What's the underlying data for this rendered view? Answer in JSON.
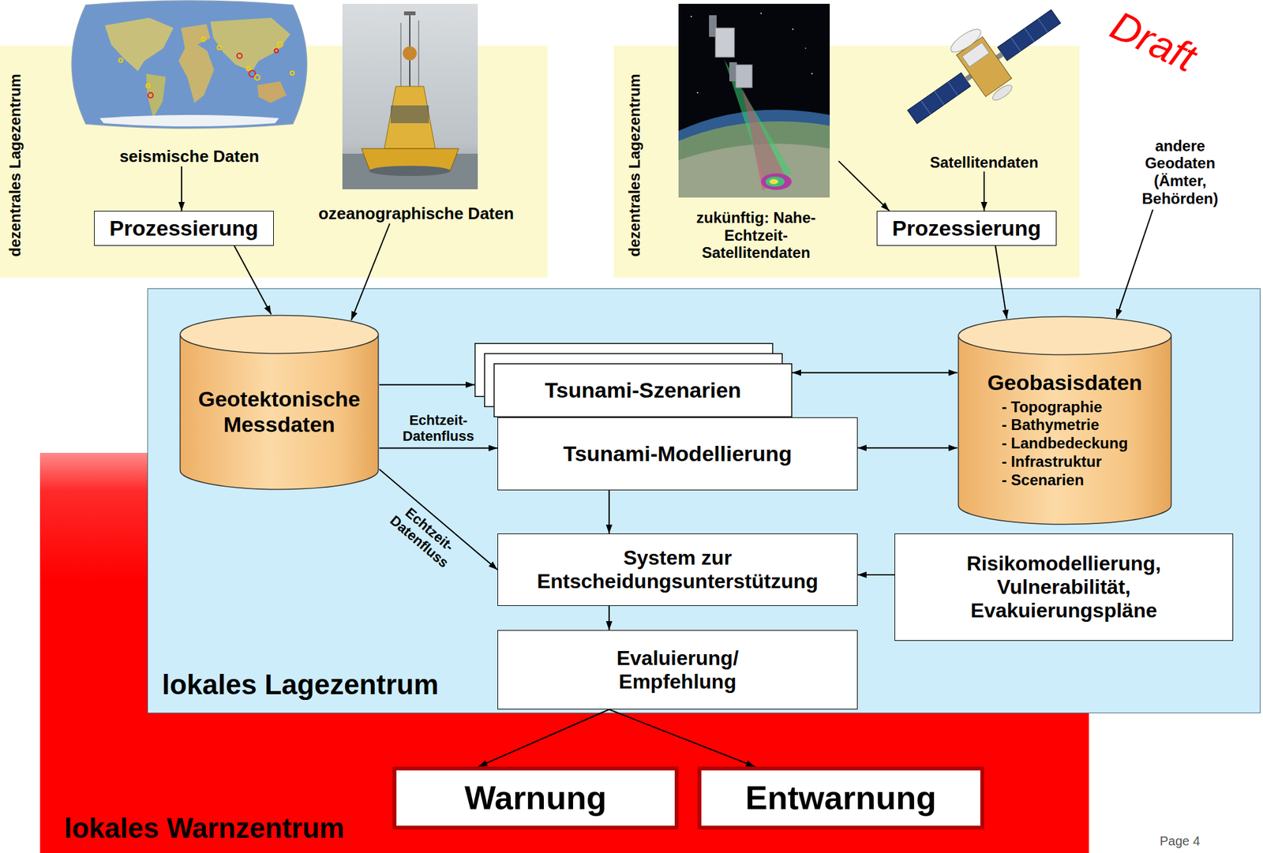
{
  "diagram": {
    "nodes": [
      {
        "text": [
          "dezentrales Lagezentrum"
        ]
      },
      {
        "text": [
          "seismische Daten"
        ],
        "in": 0
      },
      {
        "text": [
          "Prozessierung"
        ],
        "in": 0
      },
      {
        "text": [
          "ozeanographische Daten"
        ],
        "in": 0
      },
      {
        "text": [
          "dezentrales Lagezentrum"
        ]
      },
      {
        "text": [
          "zukünftig: Nahe-Echtzeit-Satellitendaten"
        ],
        "in": 4
      },
      {
        "text": [
          "Satellitendaten"
        ],
        "in": 4
      },
      {
        "text": [
          "Prozessierung"
        ],
        "in": 4
      },
      {
        "text": [
          "andere Geodaten (Ämter, Behörden)"
        ]
      },
      {
        "text": [
          "lokales Warnzentrum"
        ]
      },
      {
        "text": [
          "lokales Lagezentrum"
        ]
      },
      {
        "text": [
          "Geotektonische Messdaten"
        ],
        "in": 10
      },
      {
        "text": [
          "Tsunami-Szenarien"
        ],
        "in": 10
      },
      {
        "text": [
          "Tsunami-Modellierung"
        ],
        "in": 10
      },
      {
        "text": [
          "Geobasisdaten",
          "- Topographie",
          "- Bathymetrie",
          "- Landbedeckung",
          "- Infrastruktur",
          "- Scenarien"
        ],
        "in": 10
      },
      {
        "text": [
          "System zur Entscheidungsunterstützung"
        ],
        "in": 10
      },
      {
        "text": [
          "Risikomodellierung, Vulnerabilität, Evakuierungspläne"
        ],
        "in": 10
      },
      {
        "text": [
          "Evaluierung/ Empfehlung"
        ],
        "in": 10
      },
      {
        "text": [
          "Warnung"
        ],
        "in": 9
      },
      {
        "text": [
          "Entwarnung"
        ],
        "in": 9
      }
    ],
    "edges": [
      {
        "from": 1,
        "to": 2,
        "arrow": "to"
      },
      {
        "from": 2,
        "to": 11,
        "arrow": "to"
      },
      {
        "from": 3,
        "to": 11,
        "arrow": "to"
      },
      {
        "from": 5,
        "to": 7,
        "arrow": "to"
      },
      {
        "from": 6,
        "to": 7,
        "arrow": "to"
      },
      {
        "from": 7,
        "to": 14,
        "arrow": "to"
      },
      {
        "from": 8,
        "to": 14,
        "arrow": "to"
      },
      {
        "from": 11,
        "to": 12,
        "arrow": "to"
      },
      {
        "from": 11,
        "to": 13,
        "label": "Echtzeit-Datenfluss",
        "arrow": "to"
      },
      {
        "from": 11,
        "to": 15,
        "label": "Echtzeit-Datenfluss",
        "arrow": "to"
      },
      {
        "from": 12,
        "to": 14,
        "arrow": "both"
      },
      {
        "from": 13,
        "to": 14,
        "arrow": "both"
      },
      {
        "from": 13,
        "to": 15,
        "arrow": "to"
      },
      {
        "from": 16,
        "to": 15,
        "arrow": "to"
      },
      {
        "from": 15,
        "to": 17,
        "arrow": "to"
      },
      {
        "from": 17,
        "to": 18,
        "arrow": "to"
      },
      {
        "from": 17,
        "to": 19,
        "arrow": "to"
      }
    ],
    "labels": [
      "Draft",
      "Page 4"
    ]
  }
}
